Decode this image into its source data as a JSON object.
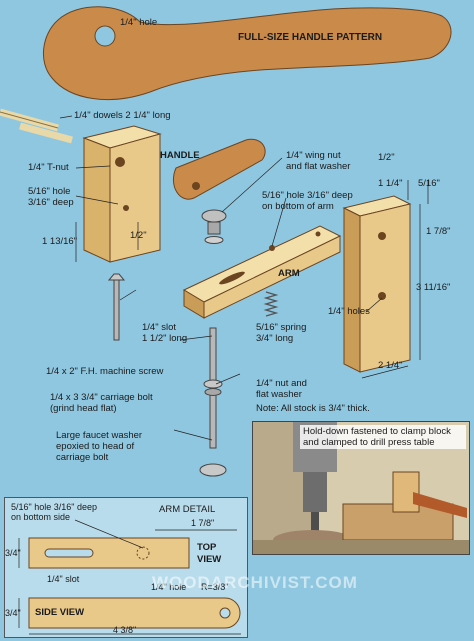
{
  "handle_pattern": {
    "hole_label": "1/4\" hole",
    "title": "FULL-SIZE HANDLE PATTERN"
  },
  "labels": {
    "dowels": "1/4\" dowels 2 1/4\" long",
    "tnut": "1/4\" T-nut",
    "hole5_16_a": "5/16\" hole",
    "hole5_16_b": "3/16\" deep",
    "dim_1_13_16": "1 13/16\"",
    "dim_half_block": "1/2\"",
    "handle": "HANDLE",
    "wingnut_a": "1/4\" wing nut",
    "wingnut_b": "and flat washer",
    "bottom_hole_a": "5/16\" hole 3/16\" deep",
    "bottom_hole_b": "on bottom of arm",
    "arm": "ARM",
    "slot_a": "1/4\" slot",
    "slot_b": "1 1/2\" long",
    "spring_a": "5/16\" spring",
    "spring_b": "3/4\" long",
    "fh_screw": "1/4 x 2\" F.H. machine screw",
    "nut_a": "1/4\" nut and",
    "nut_b": "flat washer",
    "stock_note": "Note: All stock is 3/4\" thick.",
    "carriage_a": "1/4 x 3 3/4\" carriage bolt",
    "carriage_b": "(grind head flat)",
    "faucet_a": "Large faucet washer",
    "faucet_b": "epoxied to head of",
    "faucet_c": "carriage bolt",
    "dim_right_half": "1/2\"",
    "dim_1_1_4": "1 1/4\"",
    "dim_5_16": "5/16\"",
    "dim_1_7_8": "1 7/8\"",
    "dim_3_11_16": "3 11/16\"",
    "holes": "1/4\" holes",
    "dim_2_1_4": "2 1/4\""
  },
  "photo": {
    "caption": "Hold-down fastened to clamp block and clamped to drill press table"
  },
  "arm_detail": {
    "hole_note_a": "5/16\" hole 3/16\" deep",
    "hole_note_b": "on bottom side",
    "title": "ARM DETAIL",
    "dim_1_7_8": "1 7/8\"",
    "top_view": "TOP",
    "top_view_b": "VIEW",
    "dim_3_4_top": "3/4\"",
    "slot": "1/4\" slot",
    "hole": "1/4\" hole",
    "radius": "R=3/8\"",
    "side_view": "SIDE VIEW",
    "dim_3_4_side": "3/4\"",
    "dim_4_3_8": "4 3/8\""
  },
  "watermark": "WOODARCHIVIST.COM",
  "colors": {
    "background": "#8fc7e0",
    "wood": "#e8c98a",
    "wood_dark": "#c99d57",
    "handle": "#c98a4a",
    "metal": "#b8b8b8"
  }
}
